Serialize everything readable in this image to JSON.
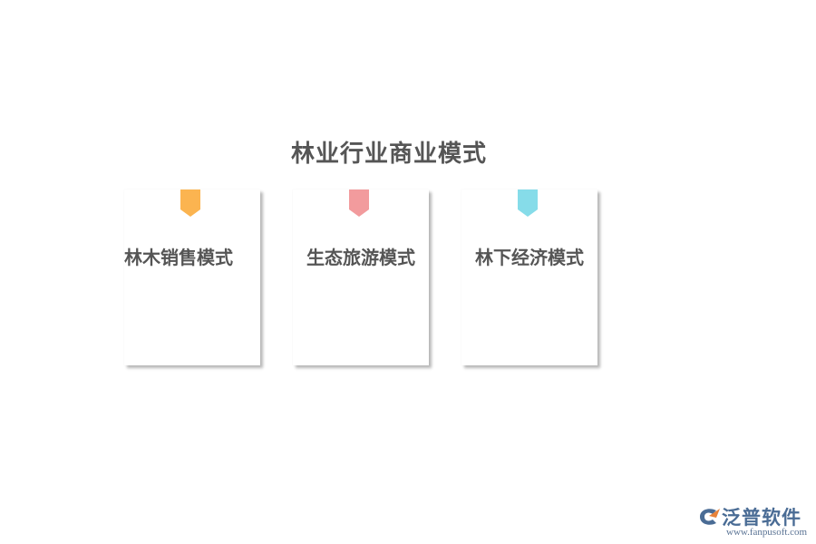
{
  "title": "林业行业商业模式",
  "cards": [
    {
      "label": "林木销售模式",
      "tag_color": "#FBB450"
    },
    {
      "label": "生态旅游模式",
      "tag_color": "#F29B9D"
    },
    {
      "label": "林下经济模式",
      "tag_color": "#86DCE9"
    }
  ],
  "logo": {
    "brand": "泛普软件",
    "url": "www.fanpusoft.com",
    "brand_color": "#4a6c95",
    "accent_color": "#e8833a"
  }
}
